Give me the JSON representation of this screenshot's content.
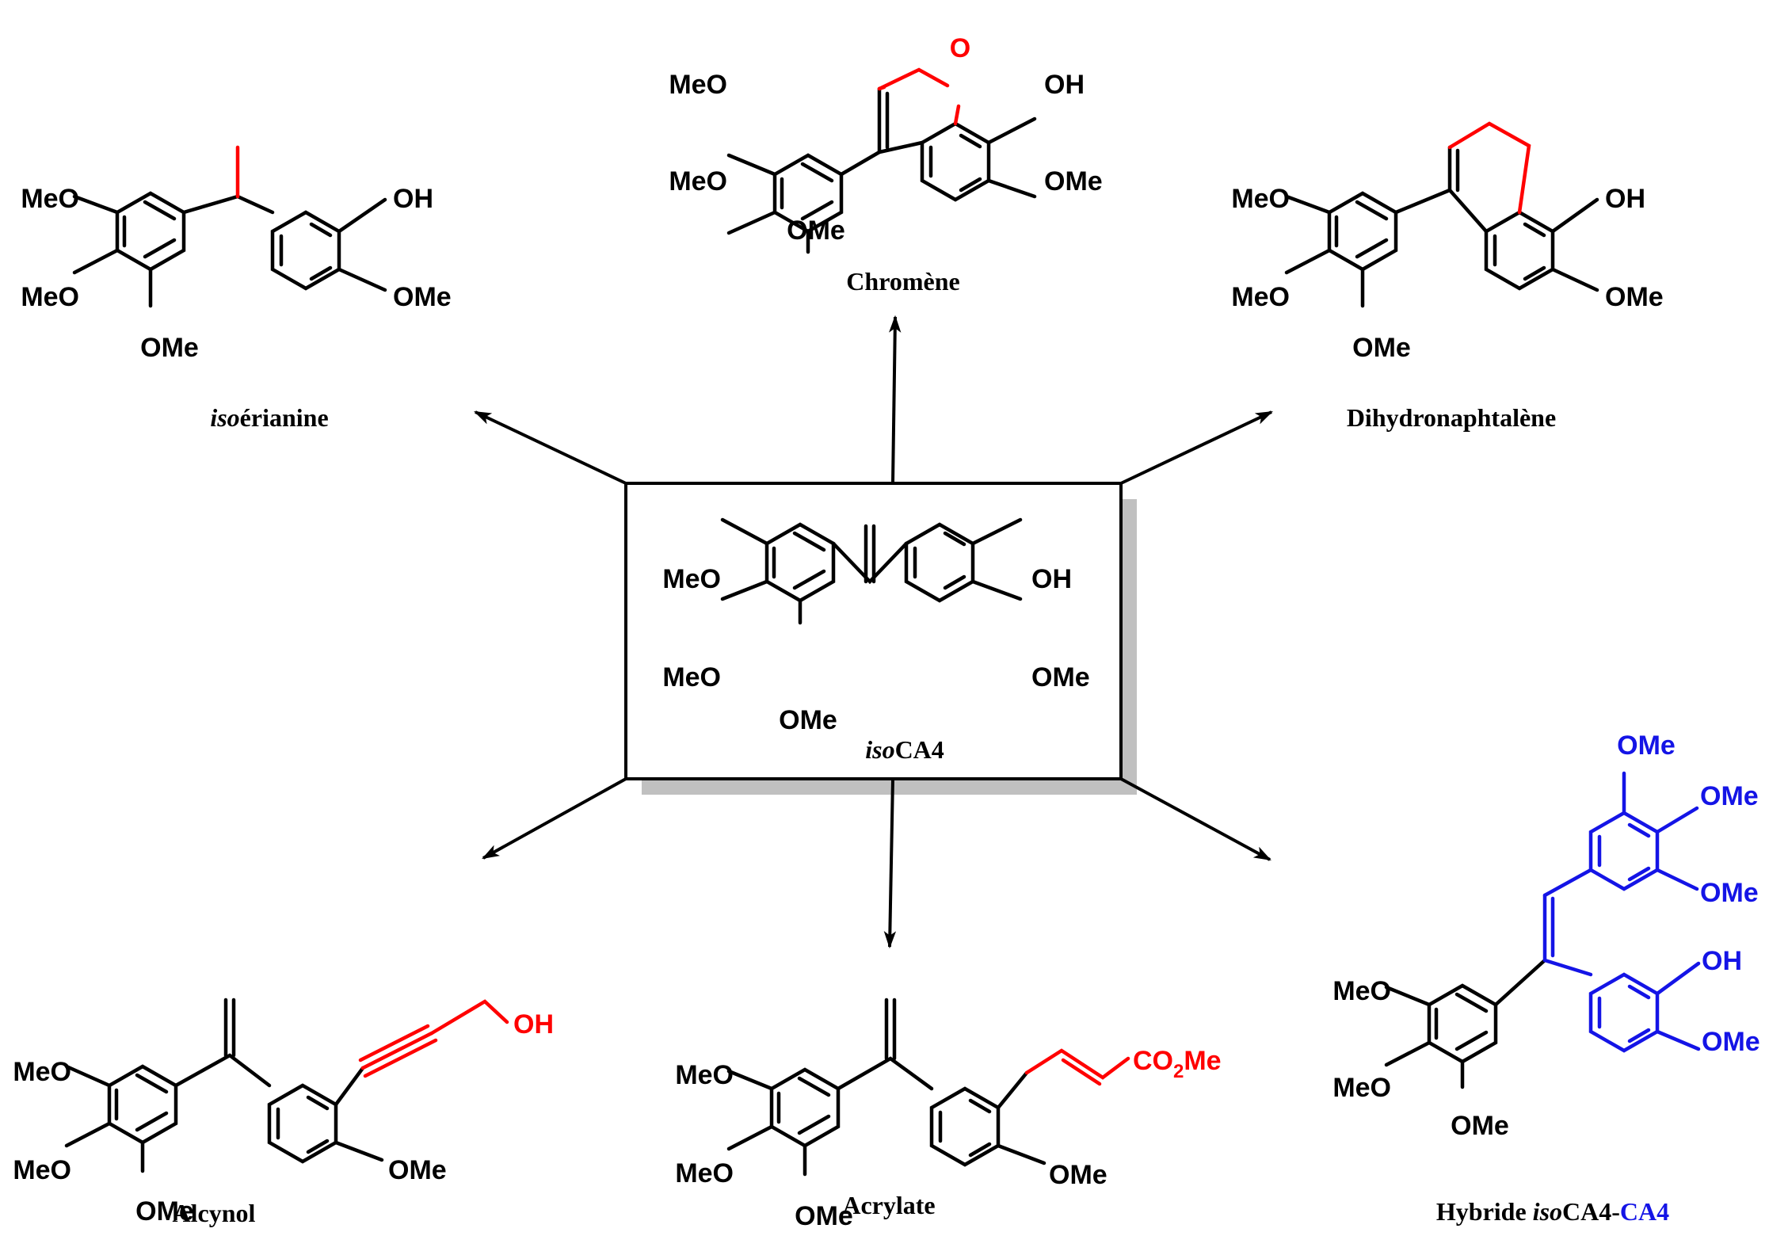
{
  "colors": {
    "black": "#000000",
    "red": "#ff0000",
    "blue": "#1414e6",
    "shadow": "#c0c0c0"
  },
  "labels": {
    "MeO": "MeO",
    "OMe": "OMe",
    "OH": "OH",
    "O": "O",
    "CO2Me_a": "CO",
    "CO2Me_b": "2",
    "CO2Me_c": "Me"
  },
  "captions": {
    "center": {
      "italic": "iso",
      "normal": "CA4"
    },
    "chromene": "Chromène",
    "isoerianine": {
      "italic": "iso",
      "normal": "érianine"
    },
    "dihydronaphthalene": "Dihydronaphtalène",
    "alcynol": "Alcynol",
    "acrylate": "Acrylate",
    "hybrid": {
      "prefix": "Hybride ",
      "italic": "iso",
      "middle": "CA4-",
      "blue": "CA4"
    }
  }
}
